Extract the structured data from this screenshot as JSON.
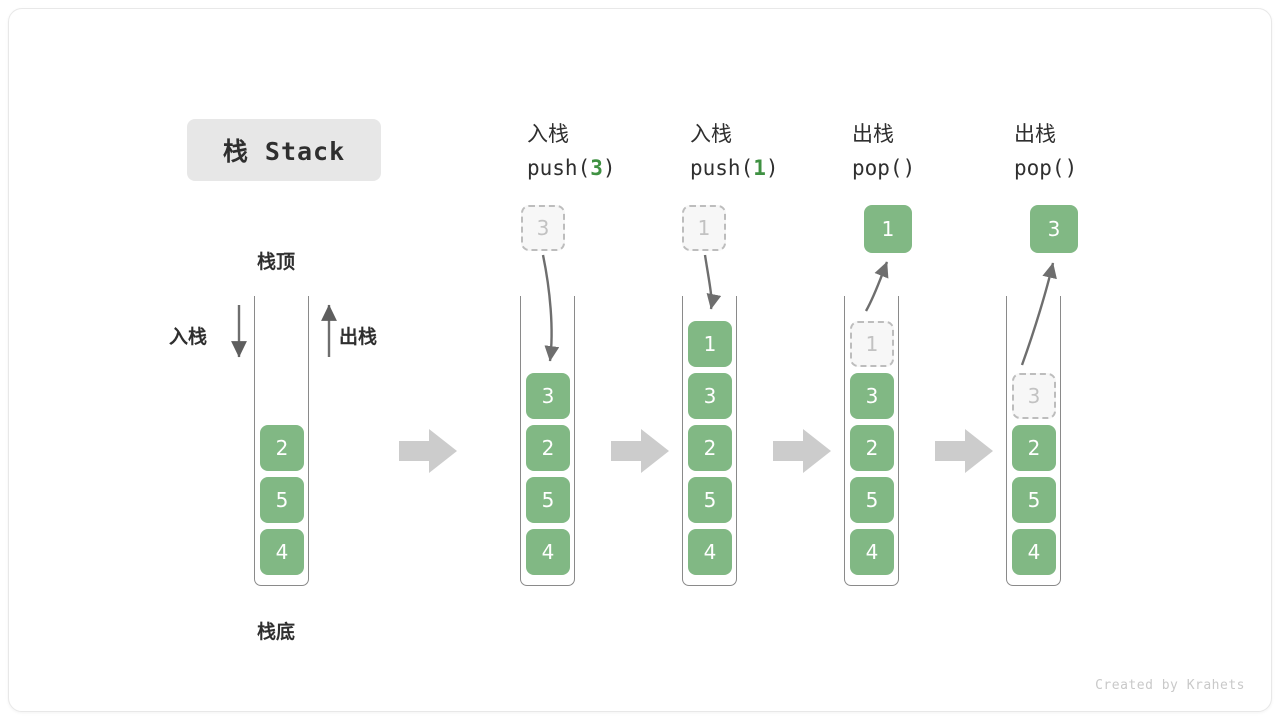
{
  "title": {
    "label": "栈 Stack"
  },
  "labels": {
    "top": "栈顶",
    "bottom": "栈底",
    "push_side": "入栈",
    "pop_side": "出栈"
  },
  "footer": {
    "credit": "Created by Krahets"
  },
  "colors": {
    "cell_fill": "#81b884",
    "cell_text": "#ffffff",
    "ghost_fill": "#f7f7f7",
    "ghost_border": "#bdbdbd",
    "ghost_text": "#c2c2c2",
    "frame": "#8a8a8a",
    "arrow": "#6e6e6e",
    "step_arrow": "#cccccc",
    "accent_green": "#3f9142",
    "title_bg": "#e7e7e7",
    "text": "#2f2f2f"
  },
  "columns": [
    {
      "id": "initial",
      "op_cn": "",
      "op_code": "",
      "code_prefix": "",
      "code_arg": "",
      "code_suffix": "",
      "stack": [
        "2",
        "5",
        "4"
      ],
      "float_cell": null,
      "ghost_in_stack": null
    },
    {
      "id": "push-3",
      "op_cn": "入栈",
      "code_prefix": "push(",
      "code_arg": "3",
      "code_suffix": ")",
      "stack": [
        "3",
        "2",
        "5",
        "4"
      ],
      "float_cell": {
        "value": "3",
        "style": "ghost"
      },
      "ghost_in_stack": null,
      "arrow_dir": "down"
    },
    {
      "id": "push-1",
      "op_cn": "入栈",
      "code_prefix": "push(",
      "code_arg": "1",
      "code_suffix": ")",
      "stack": [
        "1",
        "3",
        "2",
        "5",
        "4"
      ],
      "float_cell": {
        "value": "1",
        "style": "ghost"
      },
      "ghost_in_stack": null,
      "arrow_dir": "down"
    },
    {
      "id": "pop-1",
      "op_cn": "出栈",
      "code_prefix": "pop(",
      "code_arg": "",
      "code_suffix": ")",
      "stack": [
        "1",
        "3",
        "2",
        "5",
        "4"
      ],
      "float_cell": {
        "value": "1",
        "style": "filled"
      },
      "ghost_in_stack": {
        "index": 0,
        "value": "1"
      },
      "arrow_dir": "up"
    },
    {
      "id": "pop-2",
      "op_cn": "出栈",
      "code_prefix": "pop(",
      "code_arg": "",
      "code_suffix": ")",
      "stack": [
        "3",
        "2",
        "5",
        "4"
      ],
      "float_cell": {
        "value": "3",
        "style": "filled"
      },
      "ghost_in_stack": {
        "index": 0,
        "value": "3"
      },
      "arrow_dir": "up"
    }
  ],
  "step_arrows": [
    {
      "name": "step-arrow-1"
    },
    {
      "name": "step-arrow-2"
    },
    {
      "name": "step-arrow-3"
    },
    {
      "name": "step-arrow-4"
    }
  ]
}
